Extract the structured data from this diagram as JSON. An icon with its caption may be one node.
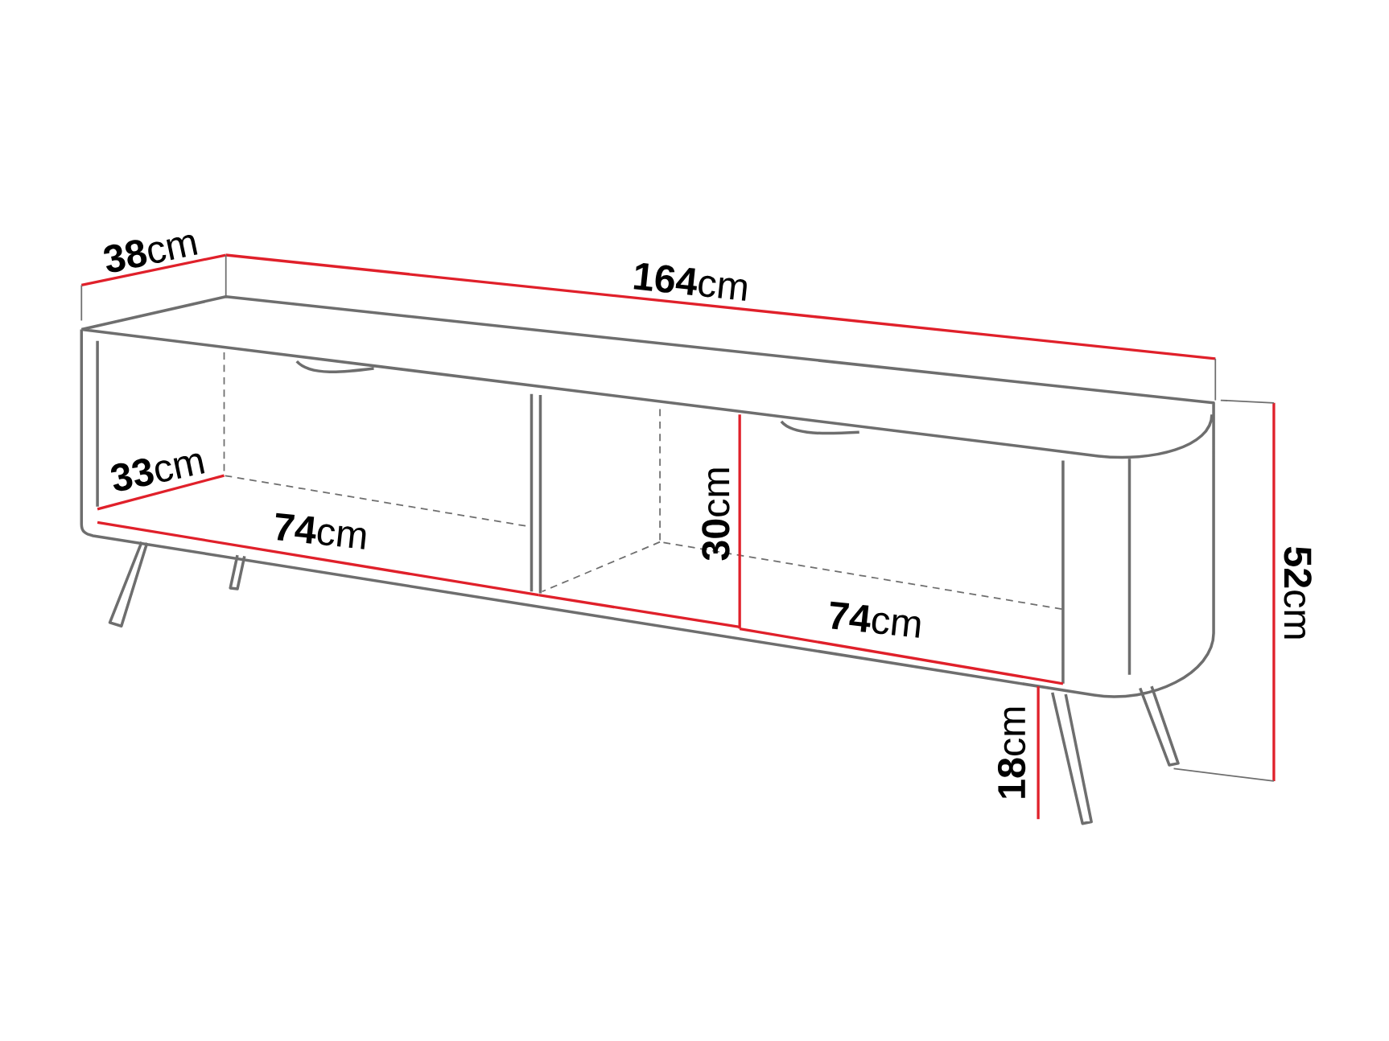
{
  "diagram": {
    "labels": [
      "**38**cm",
      "**164**cm",
      "**33**cm",
      "**74**cm",
      "**30**cm",
      "**74**cm",
      "**52**cm",
      "**18**cm"
    ]
  }
}
